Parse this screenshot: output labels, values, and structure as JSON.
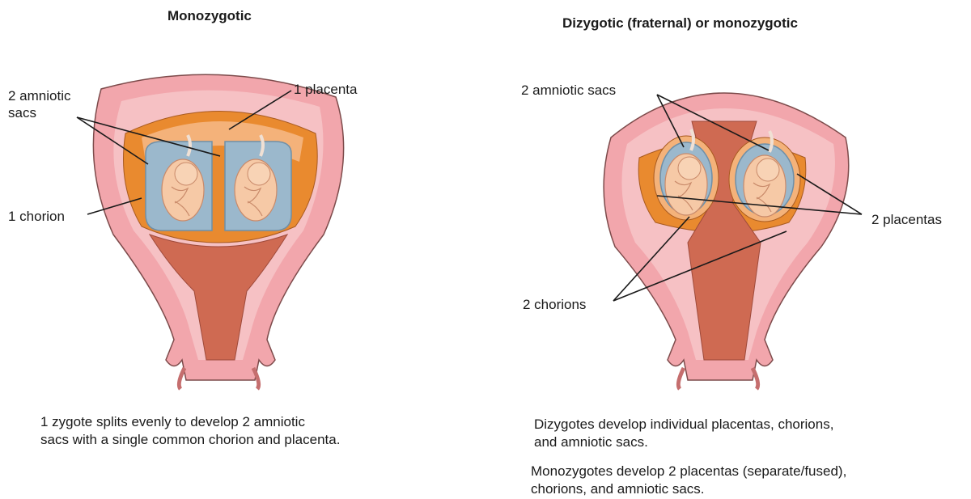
{
  "left_panel": {
    "title": "Monozygotic",
    "labels": {
      "amniotic_line1": "2 amniotic",
      "amniotic_line2": "sacs",
      "placenta": "1 placenta",
      "chorion": "1 chorion"
    },
    "caption_line1": "1 zygote splits evenly to develop 2 amniotic",
    "caption_line2": "sacs with a single common chorion and placenta."
  },
  "right_panel": {
    "title": "Dizygotic (fraternal) or monozygotic",
    "labels": {
      "amniotic": "2 amniotic sacs",
      "placentas": "2 placentas",
      "chorions": "2 chorions"
    },
    "caption1_line1": "Dizygotes develop individual placentas, chorions,",
    "caption1_line2": "and amniotic sacs.",
    "caption2_line1": "Monozygotes develop 2 placentas (separate/fused),",
    "caption2_line2": "chorions, and amniotic sacs."
  },
  "colors": {
    "uterus_outer": "#f2a6ac",
    "uterus_inner": "#f6c1c4",
    "chorion": "#e98a2f",
    "placenta": "#f4b27a",
    "amnion": "#9bb8cc",
    "fetus": "#f6c9a6",
    "cavity": "#cf6a52"
  }
}
